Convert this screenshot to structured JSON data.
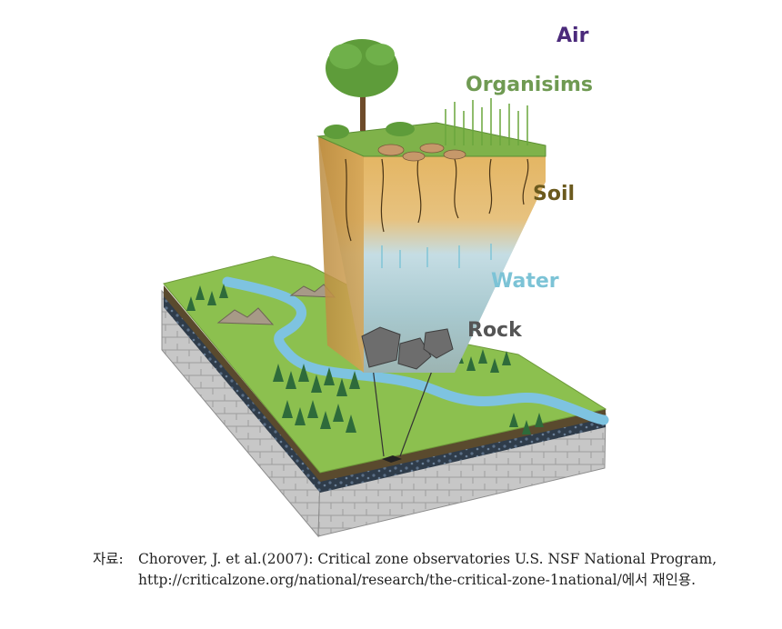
{
  "labels": {
    "air": "Air",
    "organisms": "Organisims",
    "soil": "Soil",
    "water": "Water",
    "rock": "Rock"
  },
  "colors": {
    "air": "#4b2a7b",
    "organisms": "#6f9a52",
    "soil": "#6b5a1e",
    "water": "#7cc3d6",
    "rock": "#555555",
    "grass": "#8cc04f",
    "river": "#7ec3e0",
    "bedrock": "#c9c9c9"
  },
  "caption": {
    "prefix": "자료:",
    "text": "Chorover, J. et al.(2007): Critical zone observatories U.S. NSF National Program,  http://criticalzone.org/national/research/the-critical-zone-1national/에서 재인용."
  }
}
